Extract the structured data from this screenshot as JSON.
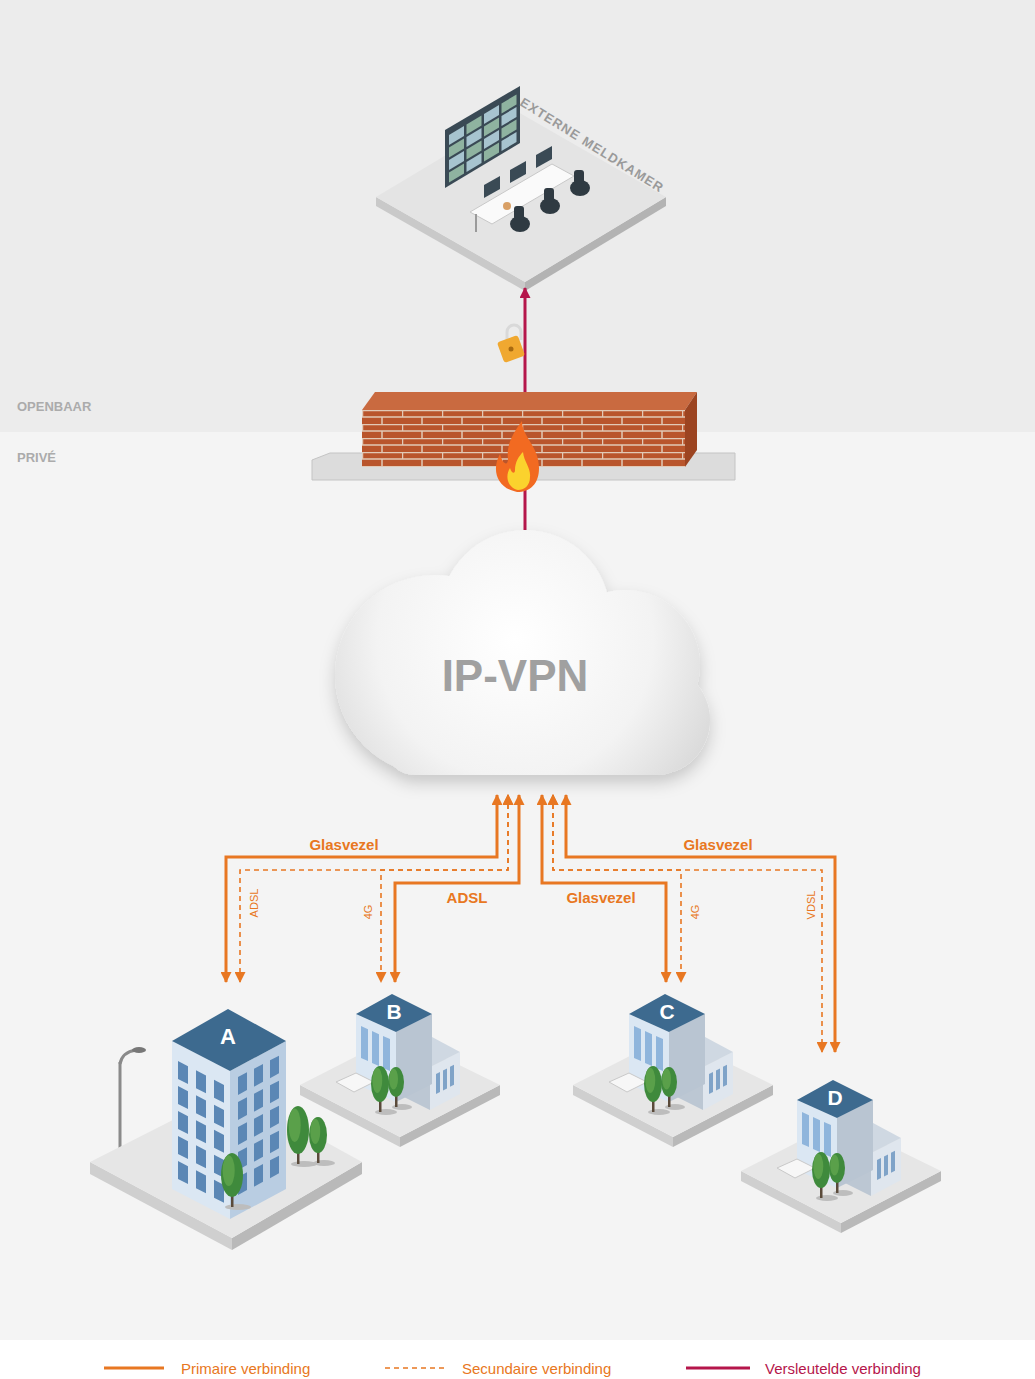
{
  "diagram": {
    "nodes": [
      {
        "text": [
          "EXTERNE MELDKAMER"
        ]
      },
      {
        "text": [
          "IP-VPN"
        ]
      },
      {
        "text": [
          "A"
        ]
      },
      {
        "text": [
          "B"
        ]
      },
      {
        "text": [
          "C"
        ]
      },
      {
        "text": [
          "D"
        ]
      }
    ],
    "edges": [
      {
        "from": 1,
        "to": 0,
        "arrow": "to"
      },
      {
        "from": 1,
        "to": 2,
        "label": "Glasvezel",
        "arrow": "both"
      },
      {
        "from": 1,
        "to": 2,
        "label": "ADSL",
        "arrow": "both"
      },
      {
        "from": 1,
        "to": 3,
        "label": "4G",
        "arrow": "both"
      },
      {
        "from": 1,
        "to": 3,
        "label": "ADSL",
        "arrow": "both"
      },
      {
        "from": 1,
        "to": 4,
        "label": "Glasvezel",
        "arrow": "both"
      },
      {
        "from": 1,
        "to": 4,
        "label": "4G",
        "arrow": "both"
      },
      {
        "from": 1,
        "to": 5,
        "label": "VDSL",
        "arrow": "both"
      },
      {
        "from": 1,
        "to": 5,
        "label": "Glasvezel",
        "arrow": "both"
      }
    ],
    "labels": [
      "OPENBAAR",
      "PRIVÉ"
    ],
    "legend": [
      {
        "text": "Primaire verbinding"
      },
      {
        "text": "Secundaire verbinding"
      },
      {
        "text": "Versleutelde verbinding"
      }
    ]
  }
}
